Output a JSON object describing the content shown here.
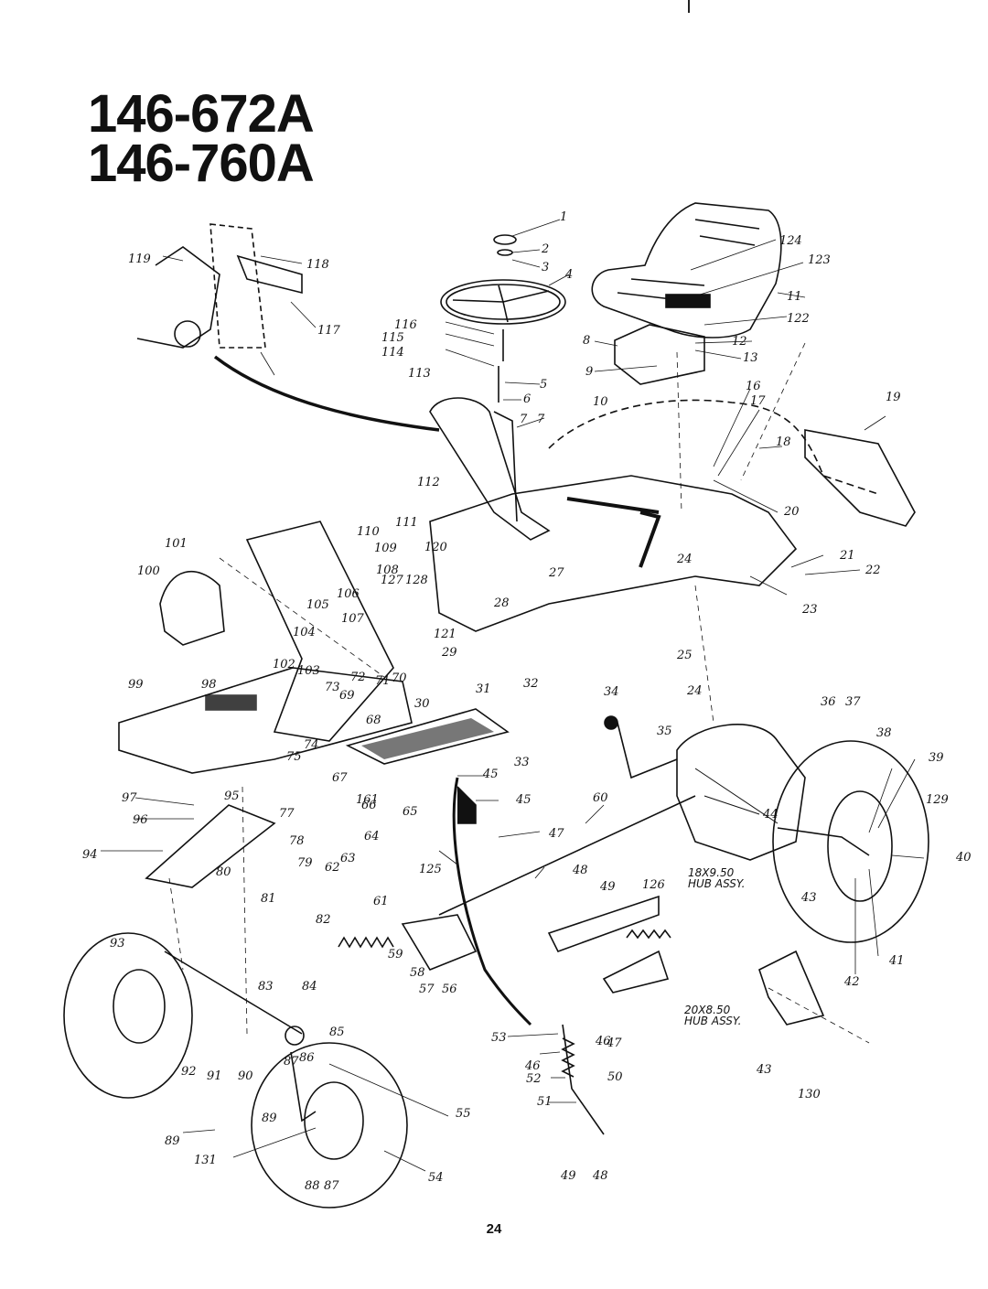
{
  "header": {
    "model_numbers": [
      "146-672A",
      "146-760A"
    ]
  },
  "annotations": {
    "hub_assemblies": [
      "18X9.50\nHUB ASSY.",
      "20X8.50\nHUB ASSY."
    ]
  },
  "callouts": [
    "1",
    "2",
    "3",
    "4",
    "5",
    "6",
    "7",
    "7",
    "8",
    "9",
    "10",
    "11",
    "12",
    "13",
    "16",
    "17",
    "18",
    "19",
    "20",
    "21",
    "22",
    "23",
    "24",
    "24",
    "25",
    "27",
    "28",
    "29",
    "30",
    "31",
    "32",
    "33",
    "34",
    "35",
    "36",
    "37",
    "38",
    "39",
    "40",
    "41",
    "42",
    "43",
    "43",
    "44",
    "45",
    "45",
    "46",
    "46",
    "47",
    "47",
    "48",
    "48",
    "49",
    "49",
    "50",
    "51",
    "52",
    "53",
    "54",
    "55",
    "56",
    "57",
    "58",
    "59",
    "60",
    "61",
    "62",
    "63",
    "64",
    "65",
    "66",
    "67",
    "68",
    "69",
    "70",
    "71",
    "72",
    "73",
    "74",
    "75",
    "77",
    "78",
    "79",
    "80",
    "81",
    "82",
    "83",
    "84",
    "85",
    "86",
    "87",
    "87",
    "88",
    "89",
    "89",
    "90",
    "91",
    "92",
    "93",
    "94",
    "95",
    "96",
    "97",
    "98",
    "99",
    "100",
    "101",
    "102",
    "103",
    "104",
    "105",
    "106",
    "107",
    "108",
    "109",
    "110",
    "111",
    "112",
    "113",
    "114",
    "115",
    "116",
    "117",
    "118",
    "119",
    "120",
    "121",
    "122",
    "123",
    "124",
    "125",
    "126",
    "127",
    "128",
    "129",
    "130",
    "131",
    "161"
  ],
  "footer": {
    "page_number": "24"
  },
  "colors": {
    "ink": "#111111",
    "paper": "#ffffff"
  }
}
